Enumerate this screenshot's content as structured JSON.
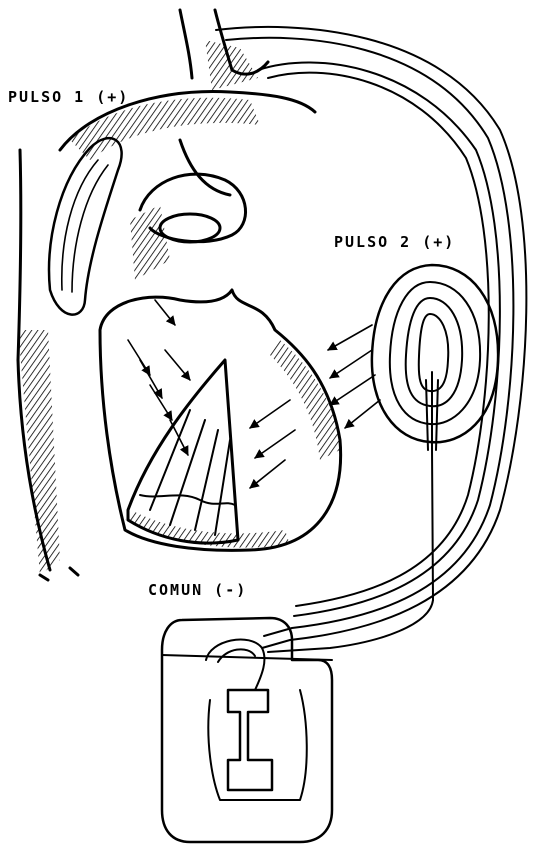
{
  "labels": {
    "pulse1": "PULSO 1 (+)",
    "pulse2": "PULSO 2 (+)",
    "common": "COMUN (-)"
  },
  "colors": {
    "ink": "#000000",
    "paper": "#ffffff"
  }
}
